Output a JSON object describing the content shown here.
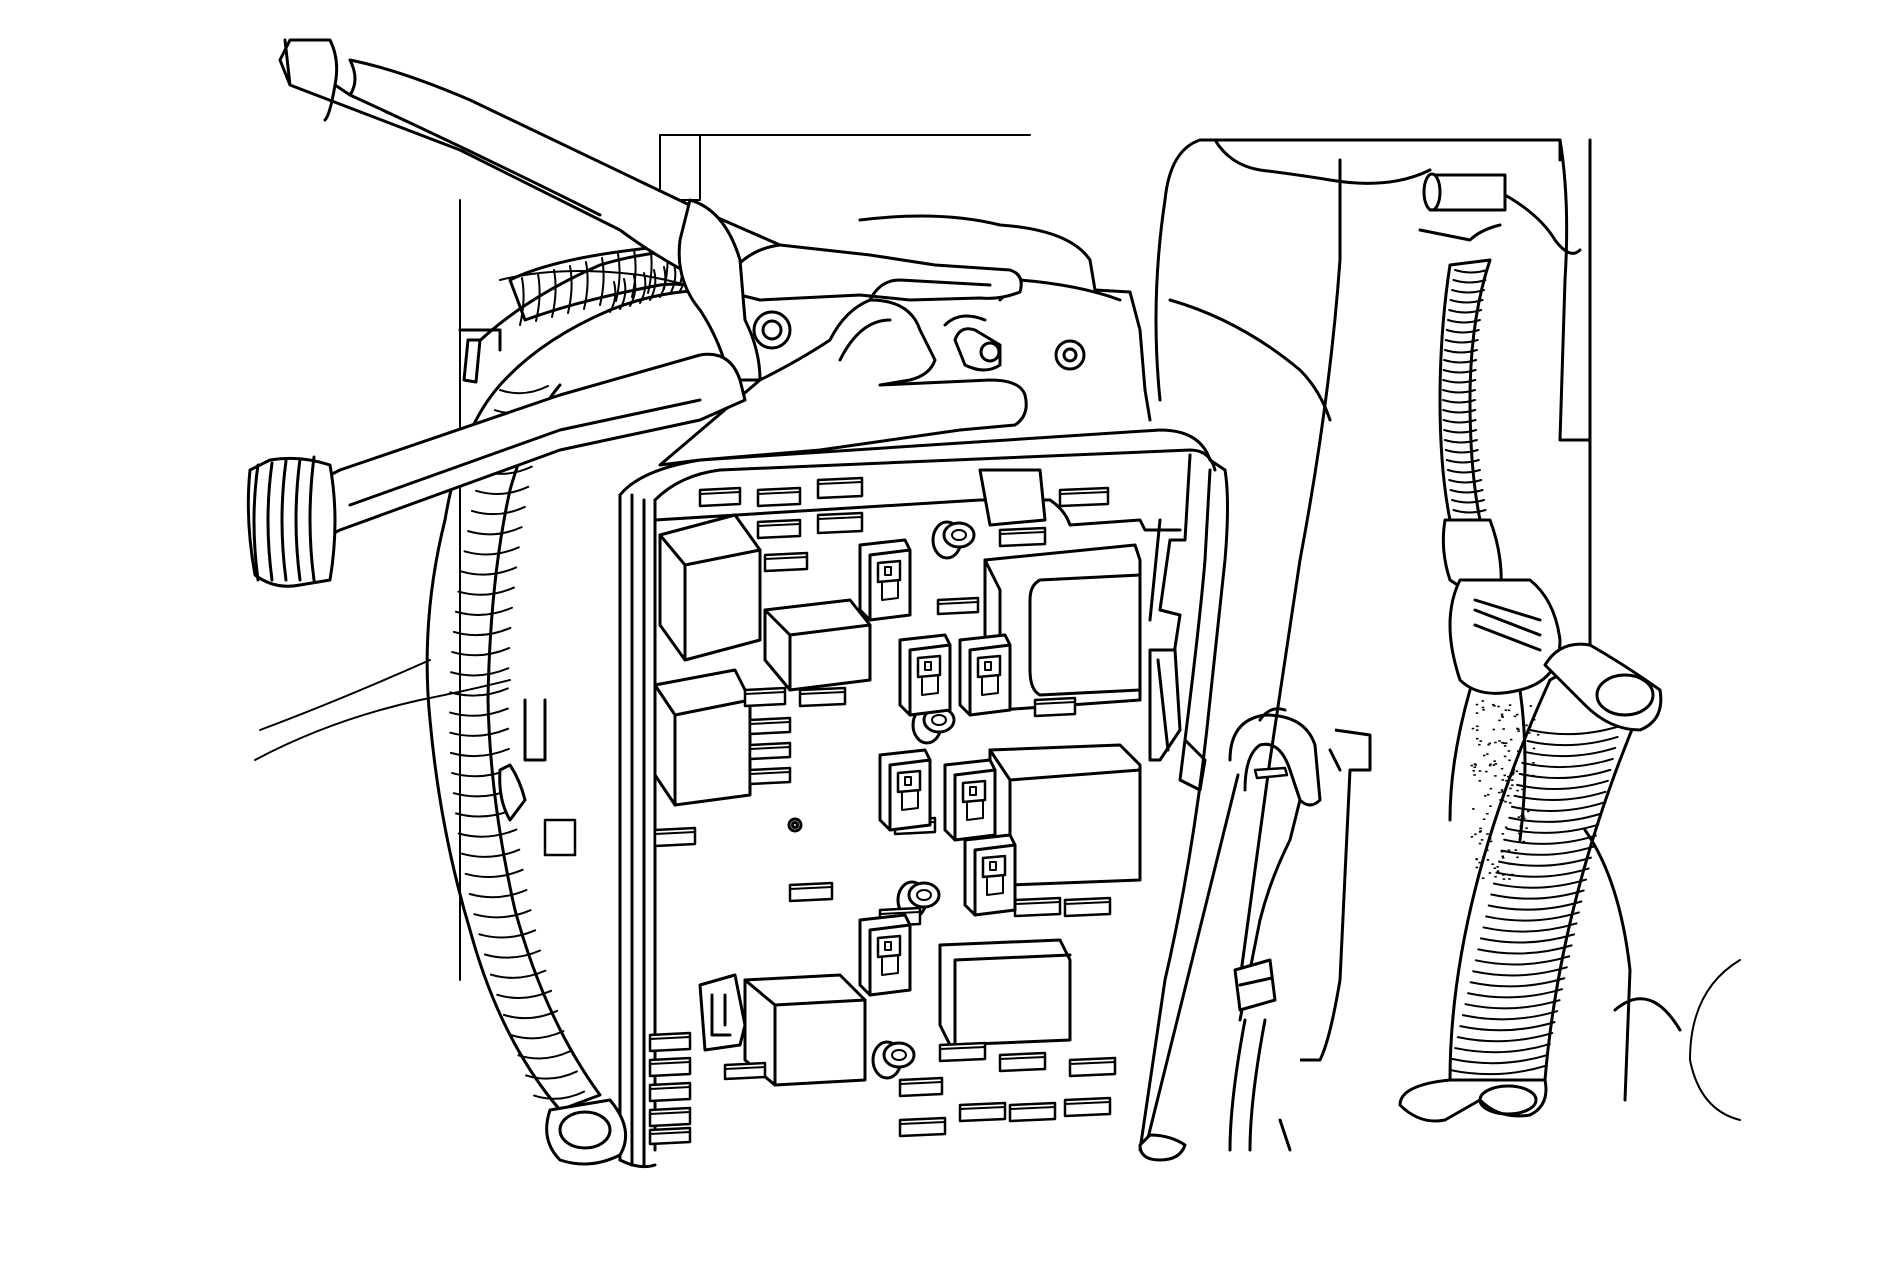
{
  "figure": {
    "kind": "line-art illustration",
    "colors": {
      "stroke": "#000000",
      "background": "#ffffff"
    },
    "parts": [
      "jumper-cable-clamp",
      "fuse-relay-block",
      "wiring-harness-left",
      "wiring-harness-right",
      "battery-cable"
    ]
  }
}
